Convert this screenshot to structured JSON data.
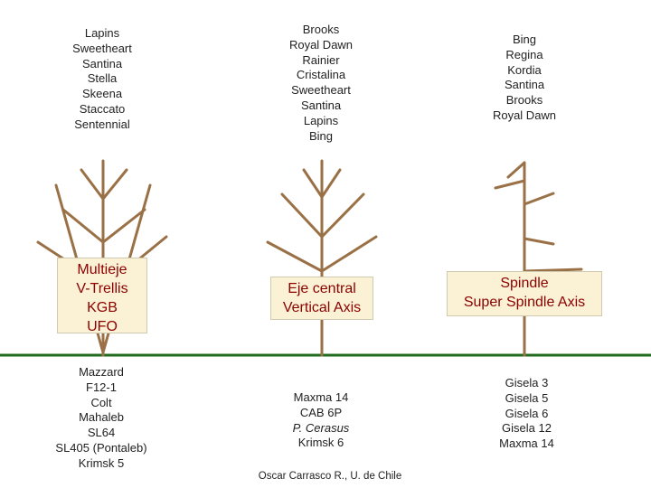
{
  "colors": {
    "trunk": "#9a7146",
    "ground": "#1e6b1e",
    "label_text": "#8b0000",
    "label_bg": "#fbf2d6"
  },
  "columns": [
    {
      "varieties": [
        "Lapins",
        "Sweetheart",
        "Santina",
        "Stella",
        "Skeena",
        "Staccato",
        "Sentennial"
      ],
      "system": [
        "Multieje",
        "V-Trellis",
        "KGB",
        "UFO"
      ],
      "rootstocks": [
        "Mazzard",
        "F12-1",
        "Colt",
        "Mahaleb",
        "SL64",
        "SL405 (Pontaleb)",
        "Krimsk 5"
      ]
    },
    {
      "varieties": [
        "Brooks",
        "Royal Dawn",
        "Rainier",
        "Cristalina",
        "Sweetheart",
        "Santina",
        "Lapins",
        "Bing"
      ],
      "system": [
        "Eje central",
        "Vertical Axis"
      ],
      "rootstocks": [
        "Maxma 14",
        "CAB 6P",
        "P. Cerasus",
        "Krimsk 6"
      ]
    },
    {
      "varieties": [
        "Bing",
        "Regina",
        "Kordia",
        "Santina",
        "Brooks",
        "Royal Dawn"
      ],
      "system": [
        "Spindle",
        "Super Spindle Axis"
      ],
      "rootstocks": [
        "Gisela 3",
        "Gisela 5",
        "Gisela 6",
        "Gisela 12",
        "Maxma 14"
      ]
    }
  ],
  "credit": "Oscar Carrasco R., U. de Chile"
}
